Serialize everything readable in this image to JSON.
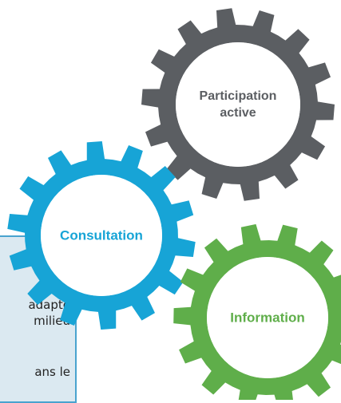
{
  "panel": {
    "lines": [
      "adapté",
      "milieu",
      "ans le"
    ]
  },
  "gears": [
    {
      "id": "participation",
      "label_lines": [
        "Participation",
        "active"
      ],
      "color": "#5b5e62",
      "text_color": "#5b5e62",
      "icon": "gear-icon"
    },
    {
      "id": "consultation",
      "label_lines": [
        "Consultation"
      ],
      "color": "#17a4d6",
      "text_color": "#17a4d6",
      "icon": "gear-icon"
    },
    {
      "id": "information",
      "label_lines": [
        "Information"
      ],
      "color": "#5fae4a",
      "text_color": "#5fae4a",
      "icon": "gear-icon"
    }
  ]
}
